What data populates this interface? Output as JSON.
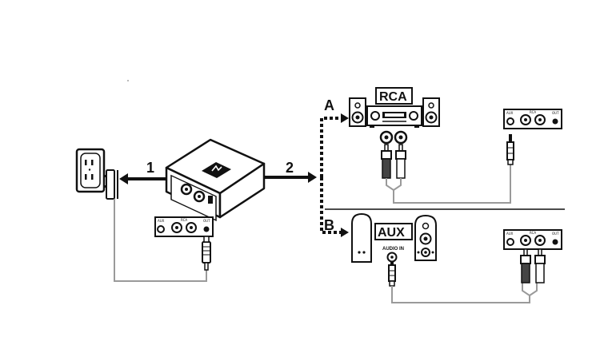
{
  "steps": {
    "step1": "1",
    "step2": "2",
    "option_a": "A",
    "option_b": "B"
  },
  "labels": {
    "rca": "RCA",
    "aux": "AUX",
    "audio_in": "AUDIO IN"
  },
  "receiver_panel": {
    "aux": "AUX",
    "rca": "RCA",
    "out": "OUT"
  },
  "colors": {
    "line": "#111111",
    "cable": "#9a9a9a",
    "fill": "#ffffff",
    "plug_dark": "#444444"
  }
}
